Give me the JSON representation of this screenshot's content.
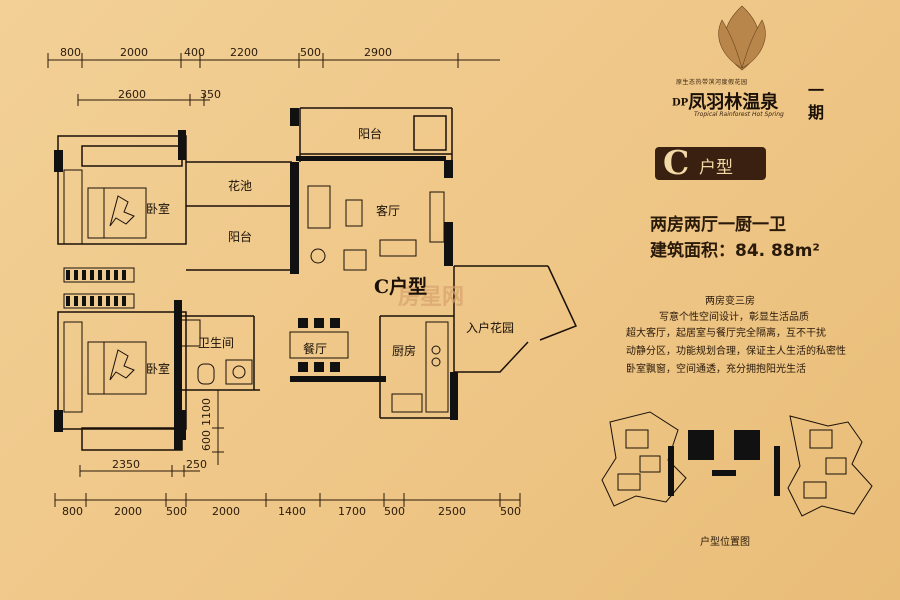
{
  "brand": {
    "name": "凤羽林温泉",
    "phase": "一期",
    "tagline_cn": "原生态热带滨河度假花园",
    "tagline_en": "Tropical Rainforest Hot Spring",
    "mark": "DP"
  },
  "unit": {
    "type_letter": "C",
    "type_suffix": "户型",
    "plan_label": "C户型",
    "layout": "两房两厅一厨一卫",
    "area": "建筑面积：84. 88m²"
  },
  "features": [
    "两房变三房",
    "写意个性空间设计，彰显生活品质",
    "超大客厅，起居室与餐厅完全隔离，互不干扰",
    "动静分区，功能规划合理，保证主人生活的私密性",
    "卧室飘窗，空间通透，充分拥抱阳光生活"
  ],
  "rooms": {
    "bedroom_top": "卧室",
    "bedroom_bottom": "卧室",
    "flower_bed": "花池",
    "balcony_small": "阳台",
    "balcony_top": "阳台",
    "living": "客厅",
    "bathroom": "卫生间",
    "dining": "餐厅",
    "kitchen": "厨房",
    "entry_garden": "入户花园"
  },
  "dimensions": {
    "top_row": [
      "800",
      "2000",
      "400",
      "2200",
      "500",
      "2900"
    ],
    "second_row": [
      "2600",
      "350"
    ],
    "bottom_row": [
      "800",
      "2000",
      "500",
      "2000",
      "1400",
      "1700",
      "500",
      "2500",
      "500"
    ],
    "lower_row": [
      "2350",
      "250"
    ],
    "vertical": [
      "1100",
      "600"
    ]
  },
  "location": {
    "caption": "户型位置图"
  },
  "watermark": "房星网",
  "colors": {
    "background": "#efc98a",
    "wall": "#111111",
    "badge": "#3a2010",
    "logo": "#b8864a"
  }
}
